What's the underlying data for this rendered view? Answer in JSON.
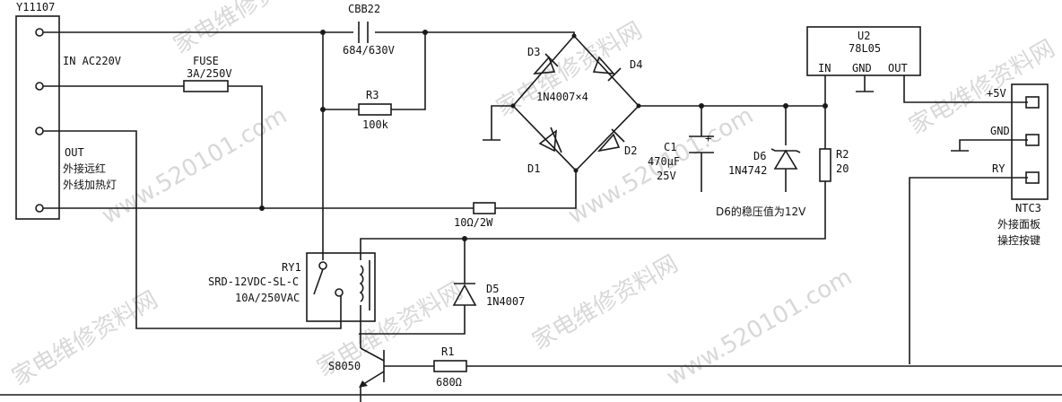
{
  "watermark": {
    "text_a": "家电维修资料网",
    "text_b": "www.520101.com"
  },
  "connector_left": {
    "ref": "Y11107",
    "in_label": "IN AC220V",
    "out_label": "OUT",
    "out_note_1": "外接远红",
    "out_note_2": "外线加热灯"
  },
  "fuse": {
    "name": "FUSE",
    "value": "3A/250V"
  },
  "capacitor_cbb": {
    "ref": "CBB22",
    "value": "684/630V"
  },
  "r3": {
    "ref": "R3",
    "value": "100k"
  },
  "bridge": {
    "d3": "D3",
    "d4": "D4",
    "d1": "D1",
    "d2": "D2",
    "part": "1N4007×4"
  },
  "c1": {
    "ref": "C1",
    "value": "470μF",
    "voltage": "25V",
    "polarity": "+"
  },
  "d6": {
    "ref": "D6",
    "part": "1N4742"
  },
  "d6_note": "D6的稳压值为12V",
  "r2": {
    "ref": "R2",
    "value": "20"
  },
  "u2": {
    "ref": "U2",
    "part": "78L05",
    "pin_in": "IN",
    "pin_gnd": "GND",
    "pin_out": "OUT"
  },
  "ntc3": {
    "pin_5v": "+5V",
    "pin_gnd": "GND",
    "pin_ry": "RY",
    "ref": "NTC3",
    "note_1": "外接面板",
    "note_2": "操控按键"
  },
  "r_10": {
    "value": "10Ω/2W"
  },
  "relay": {
    "ref": "RY1",
    "part": "SRD-12VDC-SL-C",
    "rating": "10A/250VAC"
  },
  "d5": {
    "ref": "D5",
    "part": "1N4007"
  },
  "transistor": {
    "part": "S8050"
  },
  "r1": {
    "ref": "R1",
    "value": "680Ω"
  }
}
